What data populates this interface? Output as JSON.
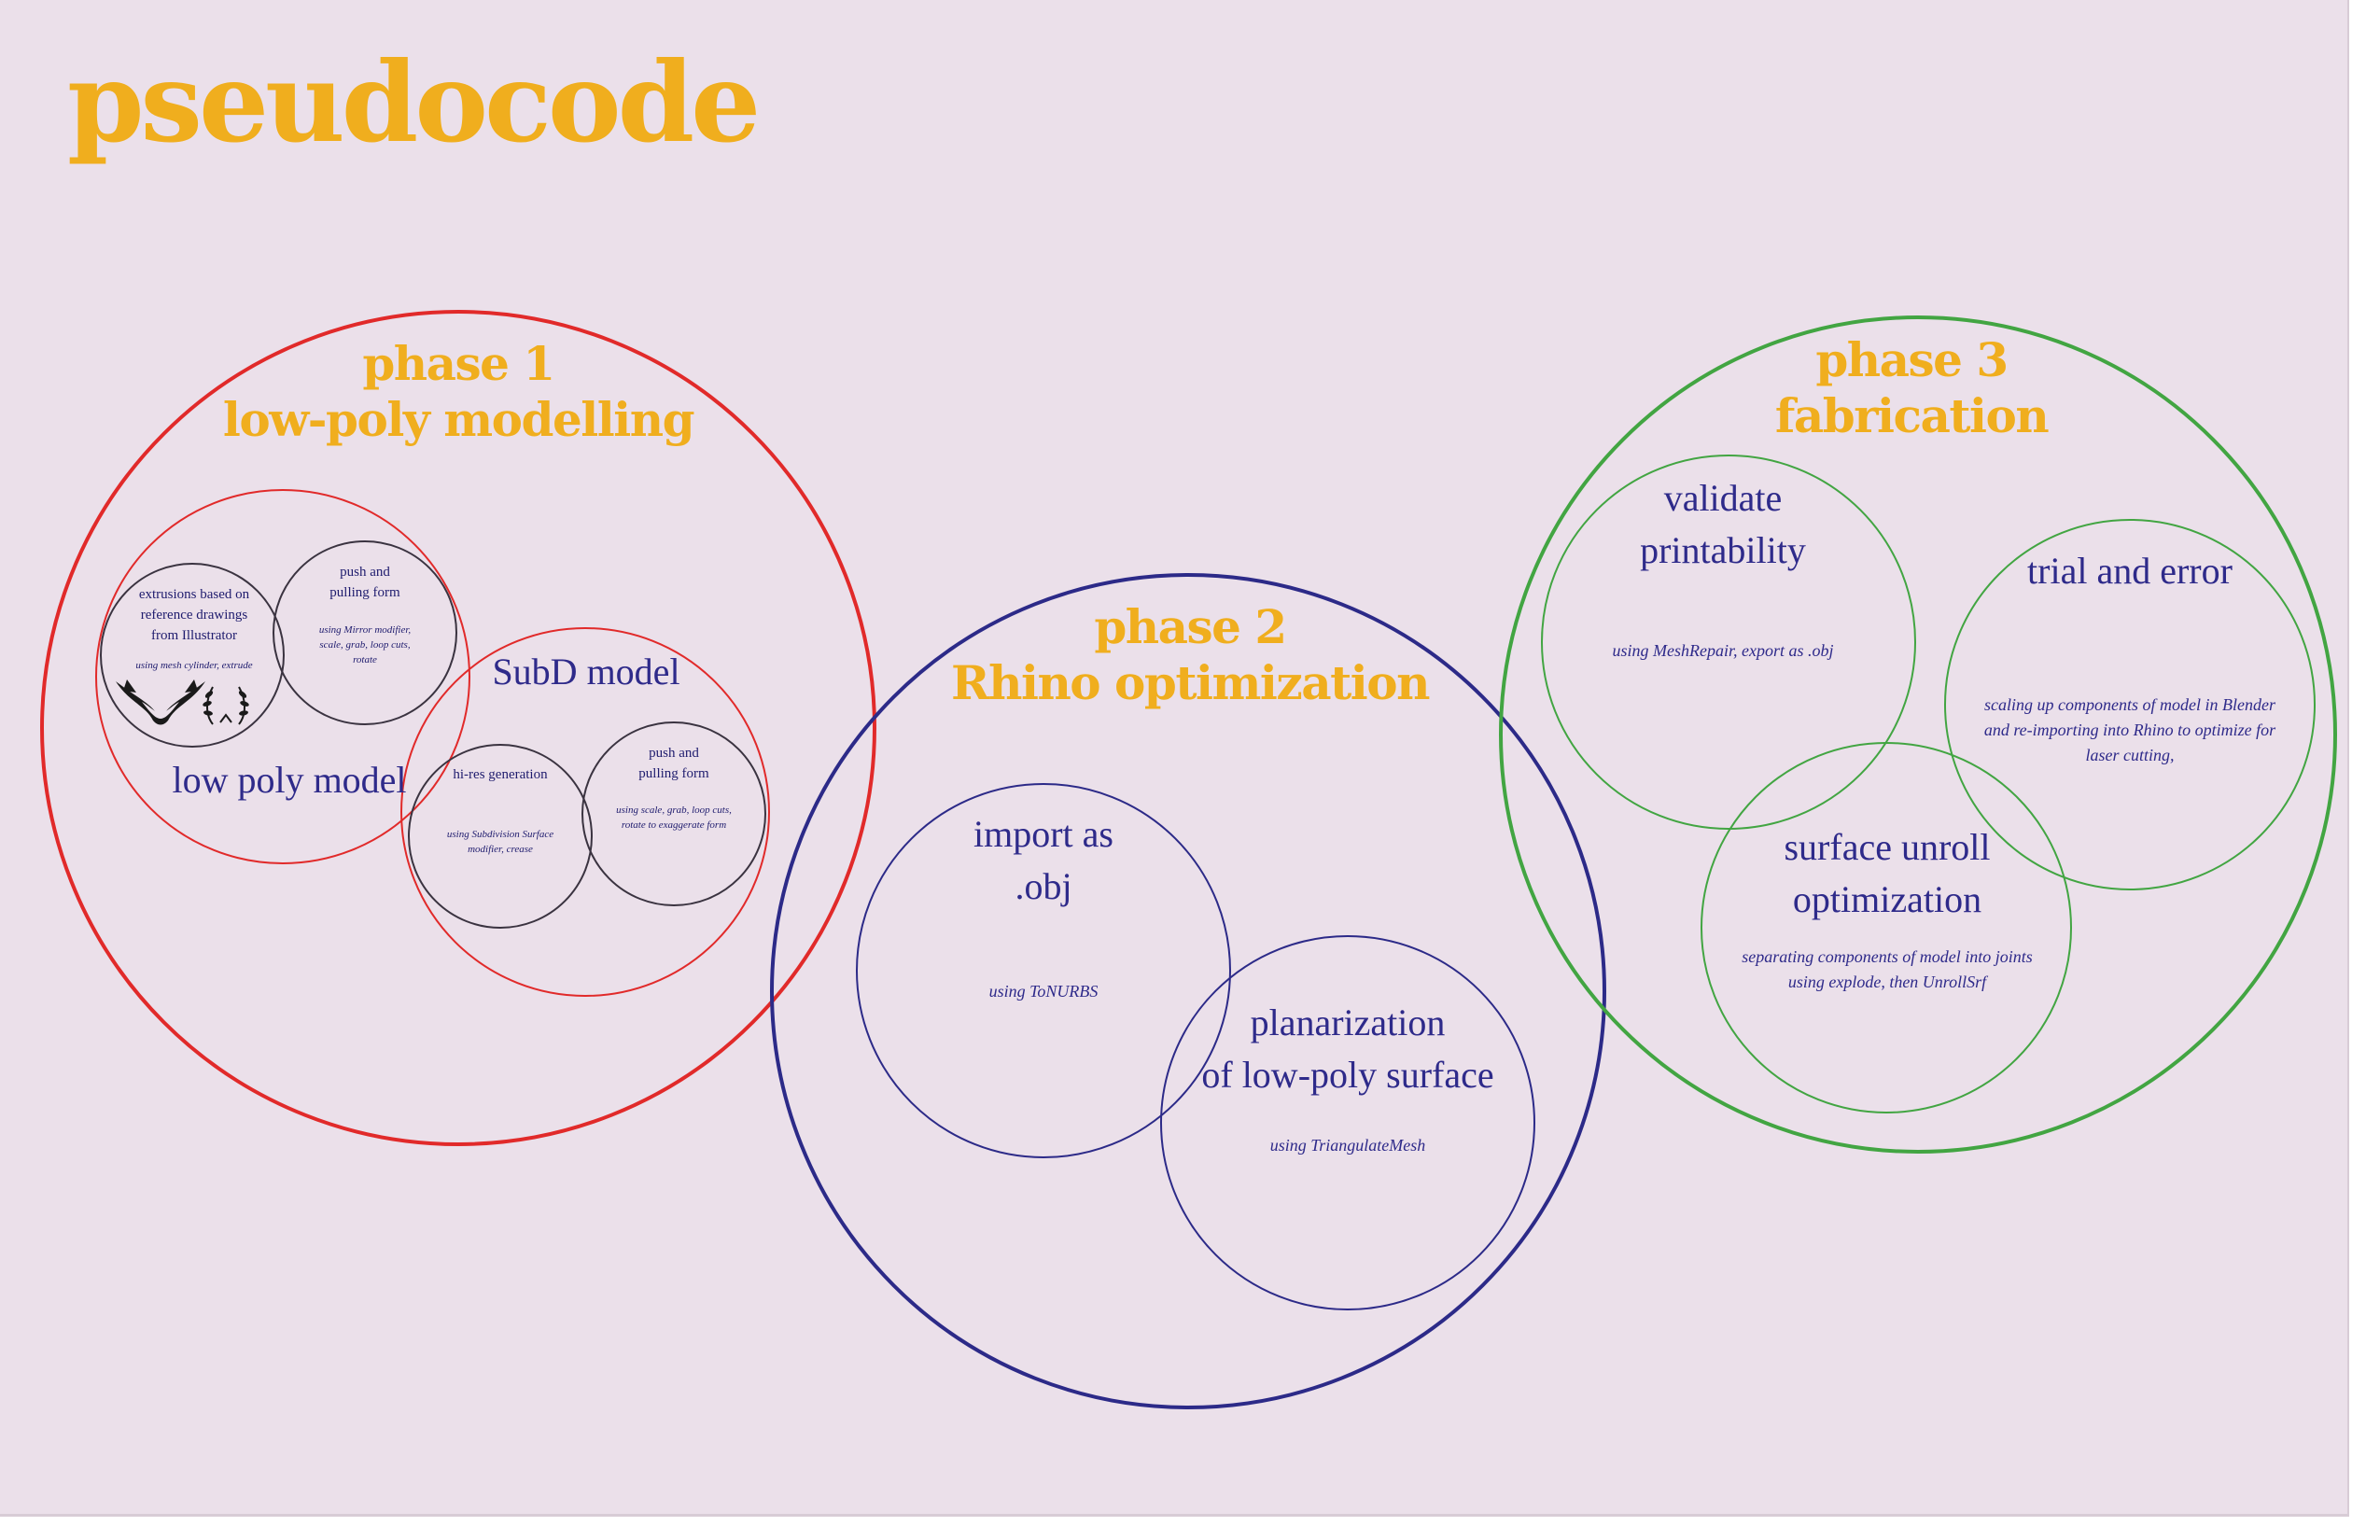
{
  "title": "pseudocode",
  "colors": {
    "background": "#ebe0ea",
    "title": "#f0ae1e",
    "phase1": "#e12a2a",
    "phase2": "#2c2a88",
    "phase3": "#42a542",
    "inner_text": "#2e2a8a"
  },
  "phase1": {
    "line1": "phase 1",
    "line2": "low-poly modelling",
    "low_poly": {
      "label": "low poly model",
      "extrusions": {
        "text_lines": [
          "extrusions based on",
          "reference drawings",
          "from Illustrator"
        ],
        "note": "using mesh cylinder, extrude",
        "logos": [
          "tribal-wings-drawing",
          "laurel-wreath-drawing"
        ]
      },
      "push_pull": {
        "text_lines": [
          "push and",
          "pulling form"
        ],
        "note_lines": [
          "using Mirror modifier,",
          "scale, grab, loop cuts,",
          "rotate"
        ]
      }
    },
    "subd": {
      "label": "SubD model",
      "hires": {
        "text": "hi-res generation",
        "note_lines": [
          "using Subdivision Surface",
          "modifier, crease"
        ]
      },
      "push_pull": {
        "text_lines": [
          "push and",
          "pulling form"
        ],
        "note_lines": [
          "using scale, grab, loop cuts,",
          "rotate to exaggerate form"
        ]
      }
    }
  },
  "phase2": {
    "line1": "phase 2",
    "line2": "Rhino optimization",
    "import": {
      "label_lines": [
        "import as",
        ".obj"
      ],
      "note": "using ToNURBS"
    },
    "planarization": {
      "label_lines": [
        "planarization",
        "of low-poly surface"
      ],
      "note": "using TriangulateMesh"
    }
  },
  "phase3": {
    "line1": "phase 3",
    "line2": "fabrication",
    "validate": {
      "label_lines": [
        "validate",
        "printability"
      ],
      "note": "using MeshRepair, export as .obj"
    },
    "trial": {
      "label": "trial and error",
      "note_lines": [
        "scaling up components of model in Blender",
        "and re-importing into Rhino to optimize for",
        "laser cutting,"
      ]
    },
    "unroll": {
      "label_lines": [
        "surface unroll",
        "optimization"
      ],
      "note_lines": [
        "separating components of model into joints",
        "using explode, then UnrollSrf"
      ]
    }
  }
}
